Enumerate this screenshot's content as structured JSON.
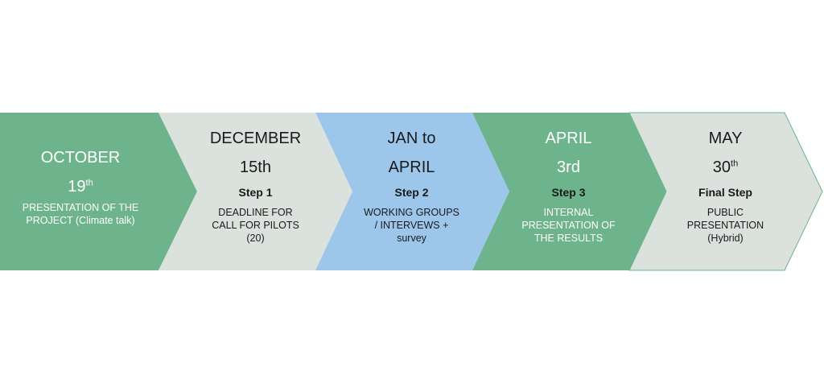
{
  "colors": {
    "green": "#6db48c",
    "grey": "#dbe1dd",
    "blue": "#9cc7eb",
    "green_text": "#ffffff",
    "dark_text": "#1a1a1a",
    "border": "#6db48c"
  },
  "stages": [
    {
      "month": "OCTOBER",
      "day": "19",
      "ordinal": "th",
      "step": "",
      "description": [
        "PRESENTATION OF THE",
        "PROJECT (Climate talk)"
      ],
      "fill": "green"
    },
    {
      "month": "DECEMBER",
      "day": "15th",
      "ordinal": "",
      "step": "Step 1",
      "description": [
        "DEADLINE FOR",
        "CALL FOR PILOTS",
        "(20)"
      ],
      "fill": "grey"
    },
    {
      "month": "JAN to",
      "day": "APRIL",
      "ordinal": "",
      "step": "Step 2",
      "description": [
        "WORKING GROUPS",
        "/ INTERVEWS +",
        "survey"
      ],
      "fill": "blue"
    },
    {
      "month": "APRIL",
      "day": "3rd",
      "ordinal": "",
      "step": "Step 3",
      "description": [
        "INTERNAL",
        "PRESENTATION OF",
        "THE RESULTS"
      ],
      "fill": "green"
    },
    {
      "month": "MAY",
      "day": "30",
      "ordinal": "th",
      "step": "Final Step",
      "description": [
        "PUBLIC",
        "PRESENTATION",
        "(Hybrid)"
      ],
      "fill": "grey"
    }
  ]
}
